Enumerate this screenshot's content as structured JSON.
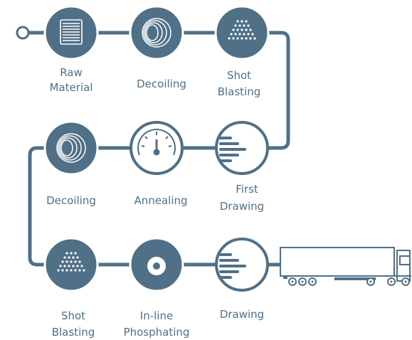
{
  "colors": {
    "primary": "#4f7087",
    "light": "#ffffff"
  },
  "diagram": {
    "title": "",
    "steps": [
      {
        "line1": "Raw",
        "line2": "Material",
        "icon": "coil-stack-icon"
      },
      {
        "line1": "Decoiling",
        "line2": "",
        "icon": "wire-coil-icon"
      },
      {
        "line1": "Shot",
        "line2": "Blasting",
        "icon": "shot-spray-icon"
      },
      {
        "line1": "First",
        "line2": "Drawing",
        "icon": "drawing-die-icon"
      },
      {
        "line1": "Annealing",
        "line2": "",
        "icon": "gauge-icon"
      },
      {
        "line1": "Decoiling",
        "line2": "",
        "icon": "wire-coil-icon"
      },
      {
        "line1": "Shot",
        "line2": "Blasting",
        "icon": "shot-spray-icon"
      },
      {
        "line1": "In-line",
        "line2": "Phosphating",
        "icon": "phosphating-ring-icon"
      },
      {
        "line1": "Drawing",
        "line2": "",
        "icon": "drawing-die-icon"
      }
    ],
    "end_icon": "truck-icon"
  }
}
